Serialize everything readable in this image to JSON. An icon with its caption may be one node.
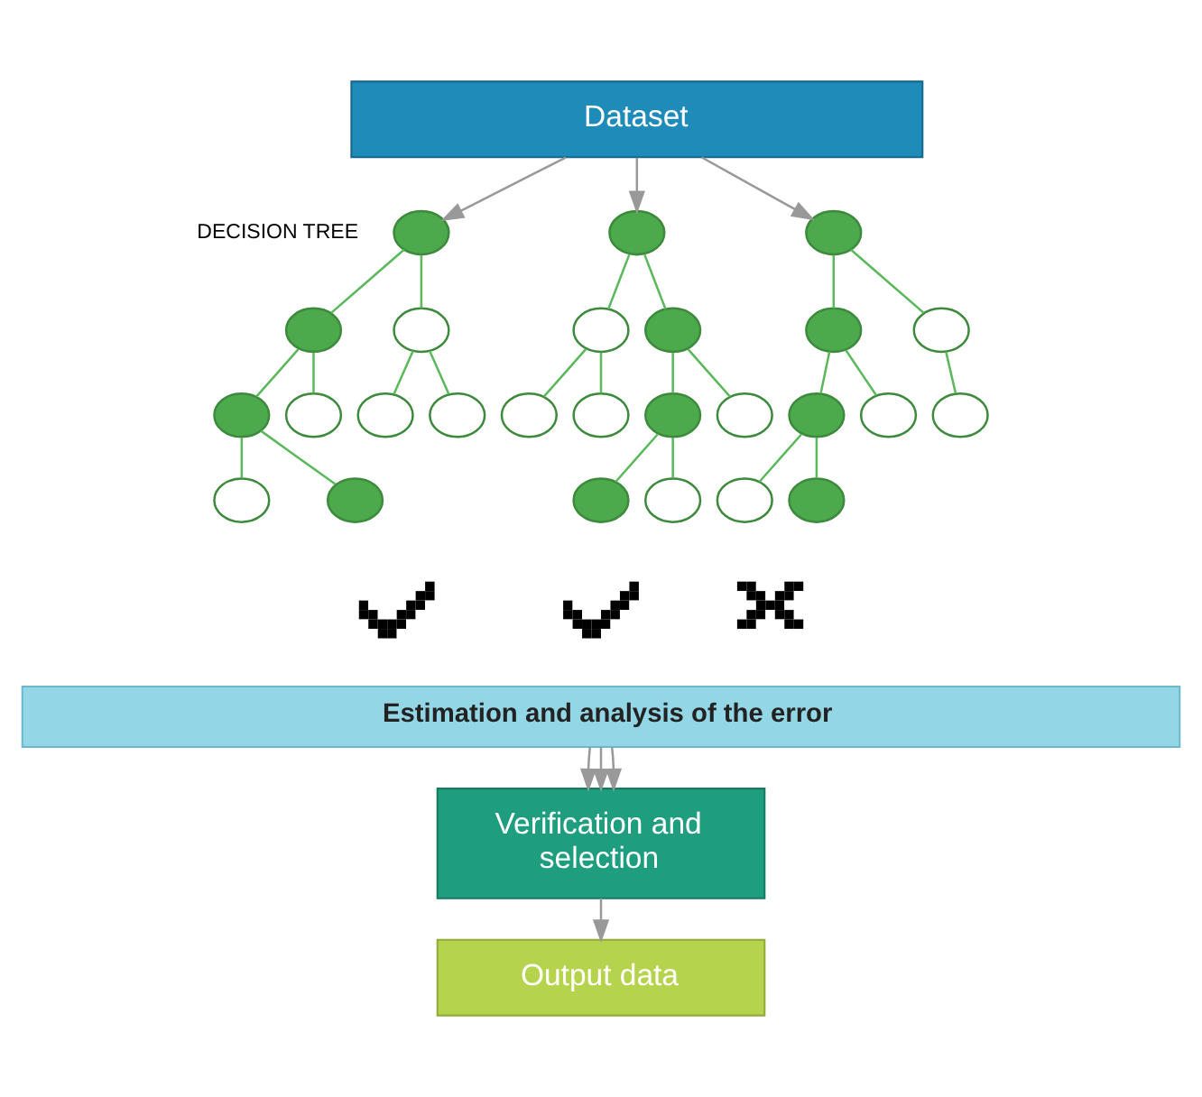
{
  "diagram": {
    "nodes": [
      {
        "text": [
          "Dataset"
        ]
      },
      {
        "text": [],
        "shape": "circle"
      },
      {
        "text": [],
        "shape": "circle"
      },
      {
        "text": [],
        "shape": "circle"
      },
      {
        "text": [],
        "shape": "circle"
      },
      {
        "text": [],
        "shape": "circle"
      },
      {
        "text": [],
        "shape": "circle"
      },
      {
        "text": [],
        "shape": "circle"
      },
      {
        "text": [],
        "shape": "circle"
      },
      {
        "text": [],
        "shape": "circle"
      },
      {
        "text": [],
        "shape": "circle"
      },
      {
        "text": [],
        "shape": "circle"
      },
      {
        "text": [],
        "shape": "circle"
      },
      {
        "text": [],
        "shape": "circle"
      },
      {
        "text": [],
        "shape": "circle"
      },
      {
        "text": [],
        "shape": "circle"
      },
      {
        "text": [],
        "shape": "circle"
      },
      {
        "text": [],
        "shape": "circle"
      },
      {
        "text": [],
        "shape": "circle"
      },
      {
        "text": [],
        "shape": "circle"
      },
      {
        "text": [],
        "shape": "circle"
      },
      {
        "text": [],
        "shape": "circle"
      },
      {
        "text": [],
        "shape": "circle"
      },
      {
        "text": [],
        "shape": "circle"
      },
      {
        "text": [],
        "shape": "circle"
      },
      {
        "text": [],
        "shape": "circle"
      },
      {
        "text": [],
        "shape": "circle"
      },
      {
        "text": [
          "Estimation and analysis of the error"
        ]
      },
      {
        "text": [
          "Verification and selection"
        ]
      },
      {
        "text": [
          "Output data"
        ]
      },
      {
        "text": [],
        "shape": "check"
      },
      {
        "text": [],
        "shape": "check"
      },
      {
        "text": [],
        "shape": "cross"
      }
    ],
    "edges": [
      {
        "from": 0,
        "to": 1,
        "arrow": "to",
        "color": "#999999"
      },
      {
        "from": 0,
        "to": 10,
        "arrow": "to",
        "color": "#999999"
      },
      {
        "from": 0,
        "to": 19,
        "arrow": "to",
        "color": "#999999"
      },
      {
        "from": 1,
        "to": 2,
        "arrow": "none"
      },
      {
        "from": 1,
        "to": 3,
        "arrow": "none"
      },
      {
        "from": 2,
        "to": 4,
        "arrow": "none"
      },
      {
        "from": 2,
        "to": 5,
        "arrow": "none"
      },
      {
        "from": 3,
        "to": 6,
        "arrow": "none"
      },
      {
        "from": 3,
        "to": 7,
        "arrow": "none"
      },
      {
        "from": 4,
        "to": 8,
        "arrow": "none"
      },
      {
        "from": 4,
        "to": 9,
        "arrow": "none"
      },
      {
        "from": 10,
        "to": 11,
        "arrow": "none"
      },
      {
        "from": 10,
        "to": 12,
        "arrow": "none"
      },
      {
        "from": 11,
        "to": 13,
        "arrow": "none"
      },
      {
        "from": 11,
        "to": 14,
        "arrow": "none"
      },
      {
        "from": 12,
        "to": 15,
        "arrow": "none"
      },
      {
        "from": 12,
        "to": 16,
        "arrow": "none"
      },
      {
        "from": 15,
        "to": 17,
        "arrow": "none"
      },
      {
        "from": 15,
        "to": 18,
        "arrow": "none"
      },
      {
        "from": 19,
        "to": 20,
        "arrow": "none"
      },
      {
        "from": 19,
        "to": 21,
        "arrow": "none"
      },
      {
        "from": 20,
        "to": 22,
        "arrow": "none"
      },
      {
        "from": 20,
        "to": 23,
        "arrow": "none"
      },
      {
        "from": 21,
        "to": 24,
        "arrow": "none"
      },
      {
        "from": 22,
        "to": 25,
        "arrow": "none"
      },
      {
        "from": 22,
        "to": 26,
        "arrow": "none"
      },
      {
        "from": 27,
        "to": 28,
        "arrow": "to",
        "color": "#999999"
      },
      {
        "from": 27,
        "to": 28,
        "arrow": "to",
        "color": "#999999"
      },
      {
        "from": 27,
        "to": 28,
        "arrow": "to",
        "color": "#999999"
      },
      {
        "from": 28,
        "to": 29,
        "arrow": "to",
        "color": "#999999"
      }
    ],
    "labels": [
      "DECISION TREE"
    ]
  }
}
